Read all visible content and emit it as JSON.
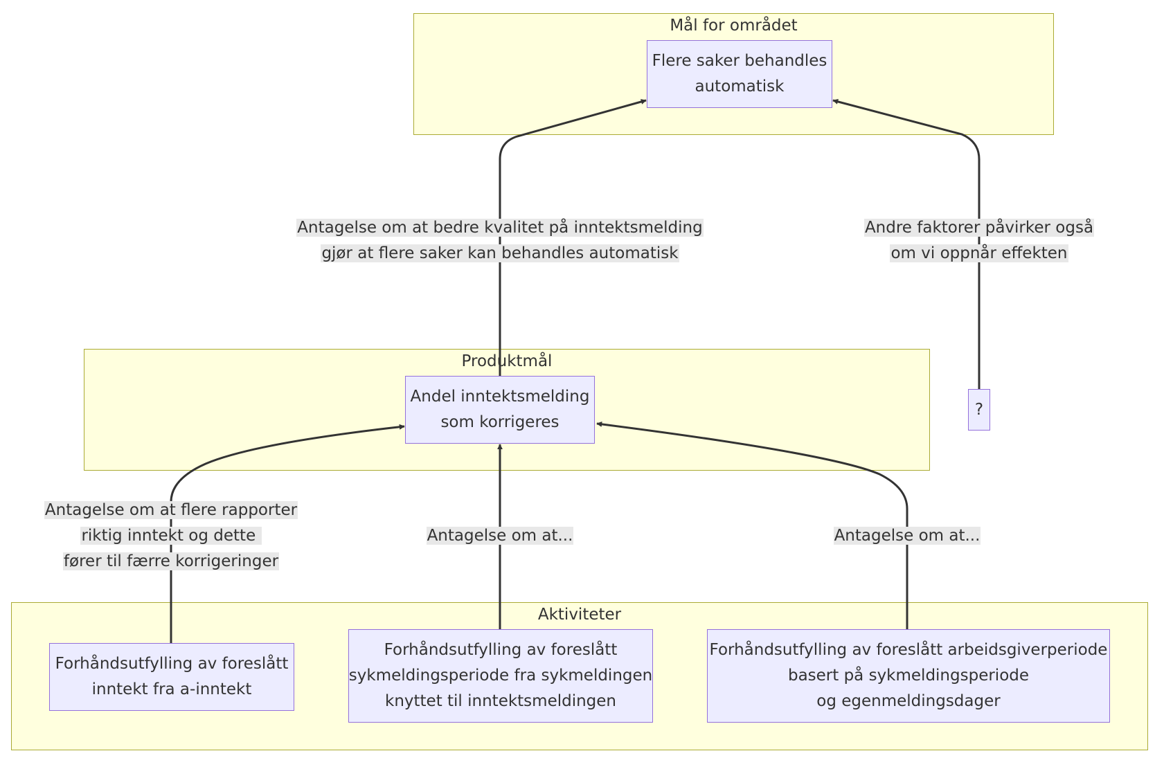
{
  "clusters": {
    "goal": {
      "title": "Mål for området"
    },
    "product": {
      "title": "Produktmål"
    },
    "activities": {
      "title": "Aktiviteter"
    }
  },
  "nodes": {
    "goal_node": {
      "lines": [
        "Flere saker behandles",
        "automatisk"
      ]
    },
    "product_node": {
      "lines": [
        "Andel inntektsmelding",
        "som korrigeres"
      ]
    },
    "unknown_node": {
      "lines": [
        "?"
      ]
    },
    "activity_1": {
      "lines": [
        "Forhåndsutfylling av foreslått",
        "inntekt fra a-inntekt"
      ]
    },
    "activity_2": {
      "lines": [
        "Forhåndsutfylling av foreslått",
        "sykmeldingsperiode fra sykmeldingen",
        "knyttet til inntektsmeldingen"
      ]
    },
    "activity_3": {
      "lines": [
        "Forhåndsutfylling av foreslått arbeidsgiverperiode",
        "basert på sykmeldingsperiode",
        "og egenmeldingsdager"
      ]
    }
  },
  "edge_labels": {
    "product_to_goal": {
      "lines": [
        "Antagelse om at bedre kvalitet på inntektsmelding",
        "gjør at flere saker kan behandles automatisk"
      ]
    },
    "unknown_to_goal": {
      "lines": [
        "Andre faktorer påvirker også",
        "om vi oppnår effekten"
      ]
    },
    "activity1_to_product": {
      "lines": [
        "Antagelse om at flere rapporter",
        "riktig inntekt og dette ",
        "fører til færre korrigeringer"
      ]
    },
    "activity2_to_product": {
      "lines": [
        "Antagelse om at..."
      ]
    },
    "activity3_to_product": {
      "lines": [
        "Antagelse om at..."
      ]
    }
  },
  "colors": {
    "cluster_fill": "#ffffde",
    "cluster_border": "#aaaa33",
    "node_fill": "#ececff",
    "node_border": "#9370db",
    "edge": "#333333",
    "label_background": "#e8e8e8"
  }
}
